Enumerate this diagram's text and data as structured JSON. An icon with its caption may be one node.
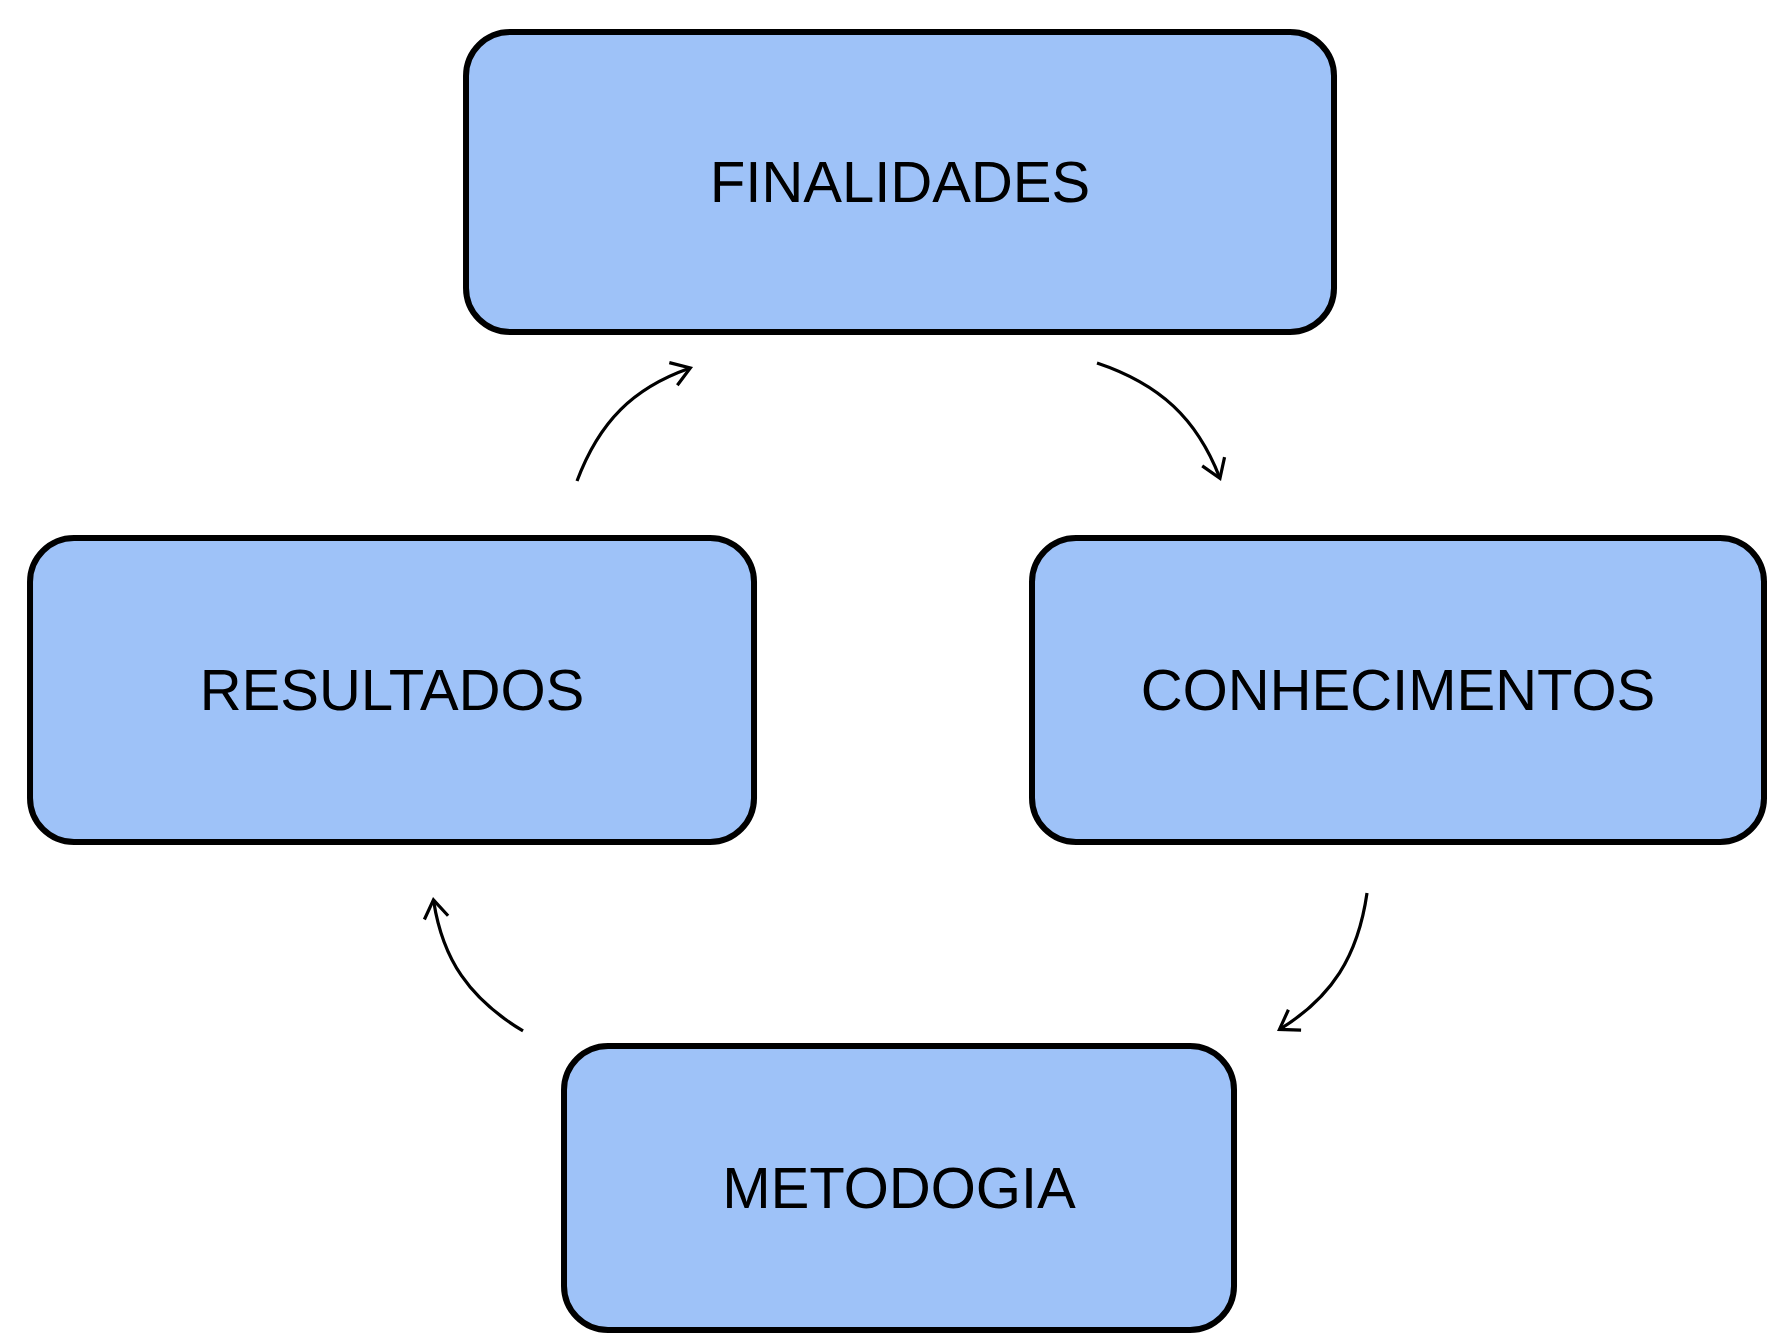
{
  "diagram": {
    "nodes": [
      {
        "text": [
          "FINALIDADES"
        ]
      },
      {
        "text": [
          "RESULTADOS"
        ]
      },
      {
        "text": [
          "CONHECIMENTOS"
        ]
      },
      {
        "text": [
          "METODOGIA"
        ]
      }
    ],
    "edges": [
      {
        "from": 0,
        "to": 2,
        "arrow": "to"
      },
      {
        "from": 2,
        "to": 3,
        "arrow": "to"
      },
      {
        "from": 3,
        "to": 1,
        "arrow": "to"
      },
      {
        "from": 1,
        "to": 0,
        "arrow": "to"
      }
    ]
  }
}
